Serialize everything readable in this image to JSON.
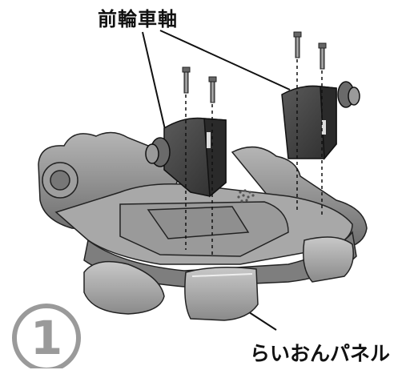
{
  "labels": {
    "front_axle": "前輪車軸",
    "panel": "らいおんパネル"
  },
  "step": {
    "number": "1"
  },
  "colors": {
    "outline": "#222222",
    "body_gray": "#8c8c8c",
    "step_circle": "#9a9a9a"
  }
}
